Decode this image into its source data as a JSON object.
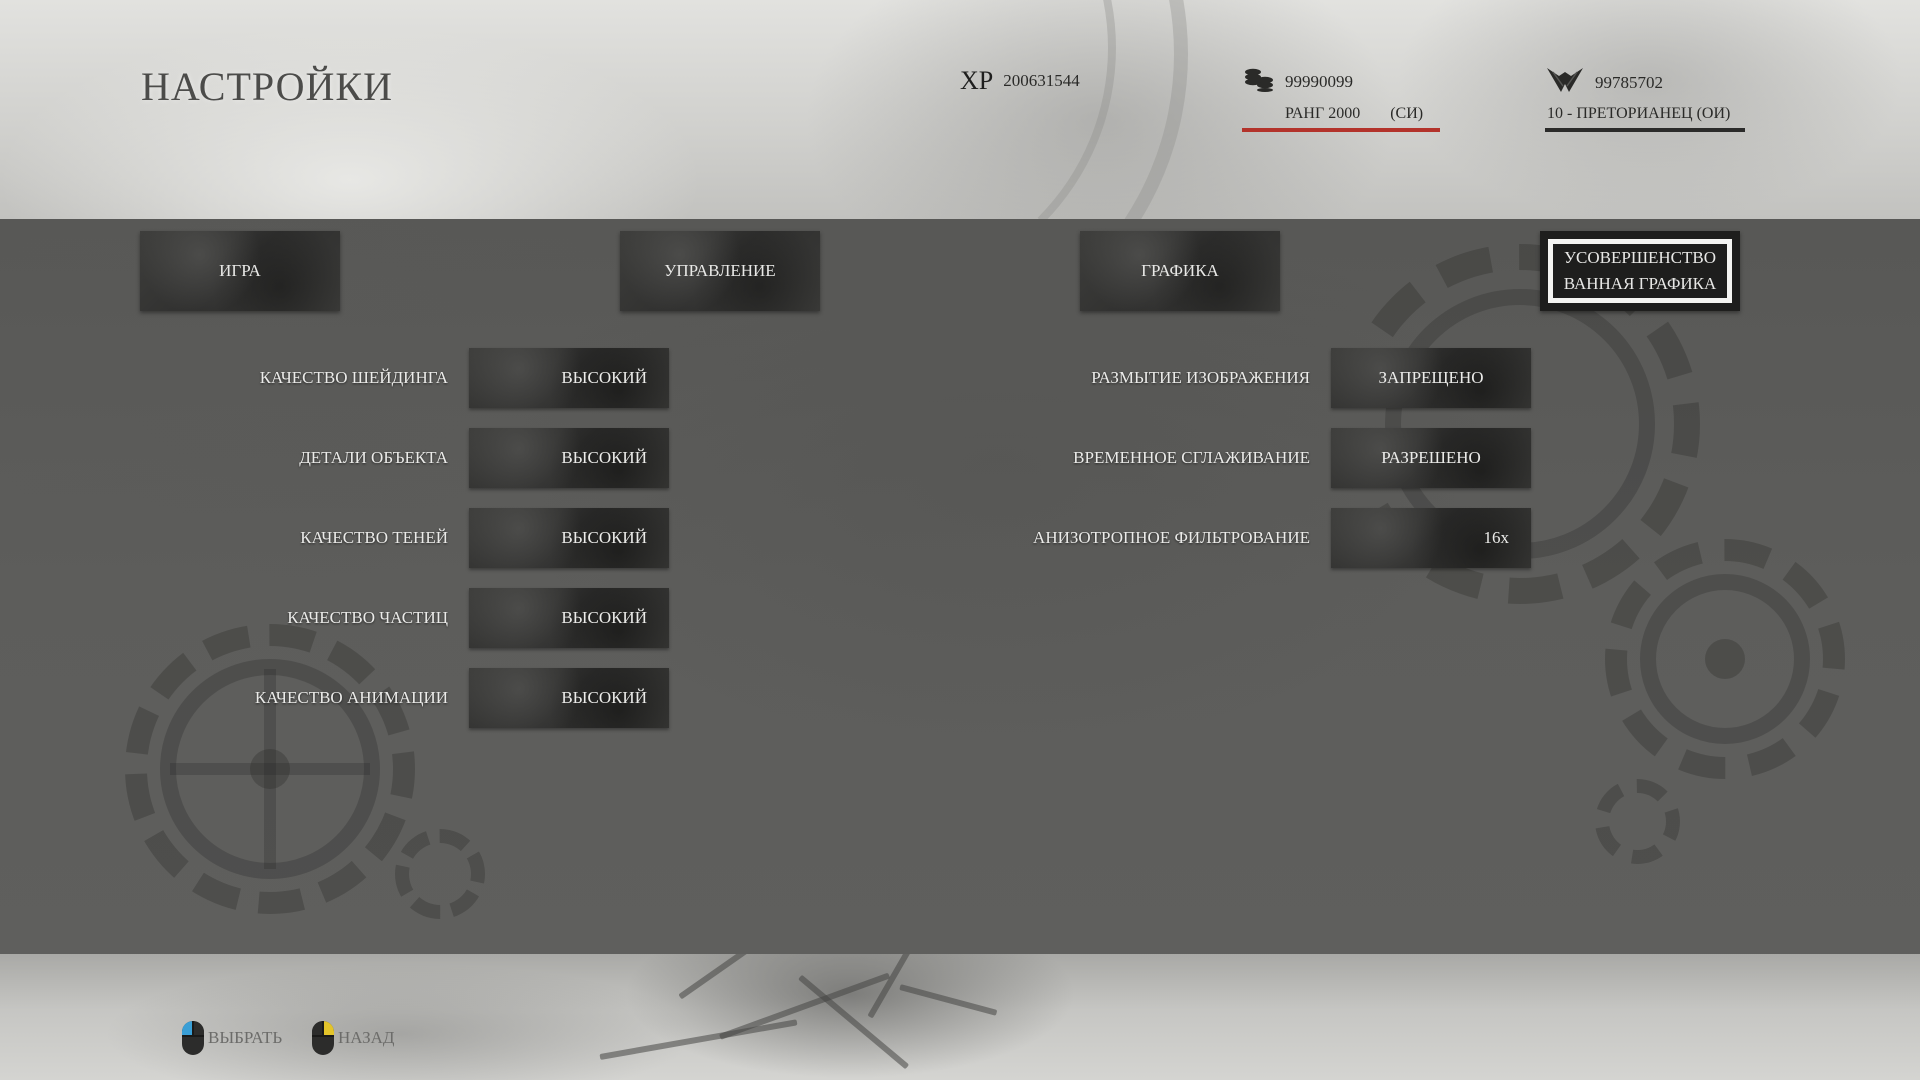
{
  "header": {
    "title": "НАСТРОЙКИ",
    "xp": {
      "label": "XP",
      "value": "200631544"
    },
    "coins": {
      "icon": "coins-stack-icon",
      "value": "99990099"
    },
    "rank": {
      "label": "РАНГ 2000",
      "tag": "(СИ)",
      "bar_color": "#b3332b"
    },
    "faction": {
      "icon": "winged-emblem-icon",
      "value": "99785702",
      "rank_text": "10 - ПРЕТОРИАНЕЦ (ОИ)",
      "bar_color": "#2b2b2a"
    }
  },
  "tabs": [
    {
      "label": "ИГРА",
      "selected": false
    },
    {
      "label": "УПРАВЛЕНИЕ",
      "selected": false
    },
    {
      "label": "ГРАФИКА",
      "selected": false
    },
    {
      "label": "УСОВЕРШЕНСТВО ВАННАЯ ГРАФИКА",
      "line1": "УСОВЕРШЕНСТВО",
      "line2": "ВАННАЯ ГРАФИКА",
      "selected": true
    }
  ],
  "settings_left": [
    {
      "label": "КАЧЕСТВО ШЕЙДИНГА",
      "value": "ВЫСОКИЙ"
    },
    {
      "label": "ДЕТАЛИ ОБЪЕКТА",
      "value": "ВЫСОКИЙ"
    },
    {
      "label": "КАЧЕСТВО ТЕНЕЙ",
      "value": "ВЫСОКИЙ"
    },
    {
      "label": "КАЧЕСТВО ЧАСТИЦ",
      "value": "ВЫСОКИЙ"
    },
    {
      "label": "КАЧЕСТВО АНИМАЦИИ",
      "value": "ВЫСОКИЙ"
    }
  ],
  "settings_right": [
    {
      "label": "РАЗМЫТИЕ ИЗОБРАЖЕНИЯ",
      "value": "ЗАПРЕЩЕНО"
    },
    {
      "label": "ВРЕМЕННОЕ СГЛАЖИВАНИЕ",
      "value": "РАЗРЕШЕНО"
    },
    {
      "label": "АНИЗОТРОПНОЕ ФИЛЬТРОВАНИЕ",
      "value": "16x"
    }
  ],
  "footer": {
    "select": {
      "label": "ВЫБРАТЬ",
      "icon": "mouse-left-click-icon",
      "color": "#3a9fd6"
    },
    "back": {
      "label": "НАЗАД",
      "icon": "mouse-right-click-icon",
      "color": "#e3c42a"
    }
  }
}
